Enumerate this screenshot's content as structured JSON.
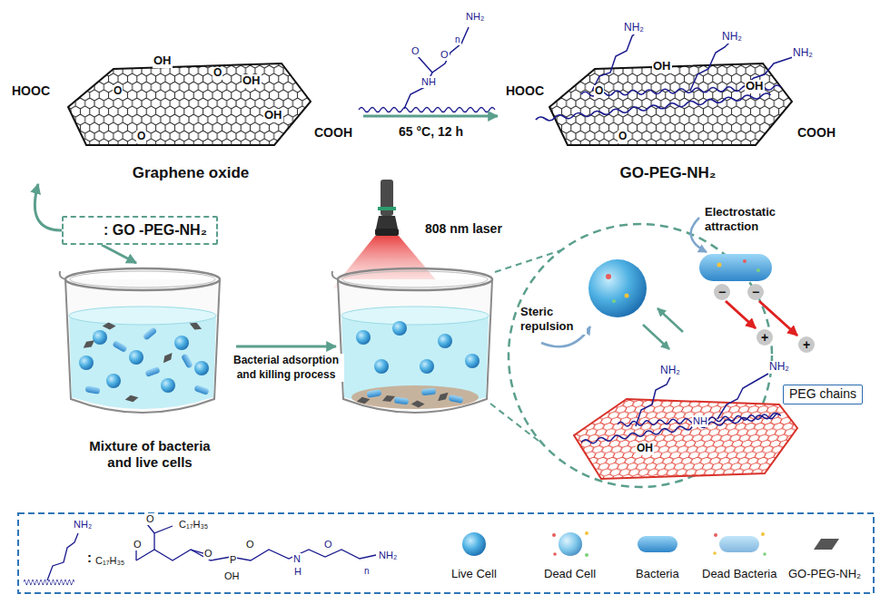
{
  "diagram": {
    "nodes": [
      {
        "text": [
          "Graphene oxide"
        ]
      },
      {
        "text": [
          "GO-PEG-NH₂"
        ]
      },
      {
        "text": [
          ": GO -PEG-NH₂"
        ]
      },
      {
        "text": [
          "Mixture of bacteria and live cells"
        ]
      },
      {
        "text": [
          "808 nm laser"
        ]
      },
      {
        "text": [
          "PEG chains"
        ]
      }
    ],
    "edges": [
      {
        "from": 0,
        "to": 1,
        "label": "65 °C, 12 h",
        "arrow": "to"
      },
      {
        "from": 2,
        "to": 0,
        "arrow": "to"
      },
      {
        "from": 2,
        "to": 3,
        "arrow": "to"
      },
      {
        "from": 3,
        "to": 4,
        "label": "Bacterial adsorption and killing process",
        "arrow": "to"
      }
    ],
    "labels": [
      "HOOC",
      "OH",
      "OH",
      "OH",
      "O",
      "O",
      "O",
      "COOH",
      "O",
      "NH",
      "O",
      "n",
      "NH₂",
      "HOOC",
      "OH",
      "OH",
      "O",
      "O",
      "COOH",
      "NH₂",
      "NH₂",
      "NH₂",
      "Steric repulsion",
      "Electrostatic attraction",
      "−",
      "−",
      "+",
      "+",
      "NH₂",
      "NH₂",
      "OH",
      "NH",
      "NH₂",
      ":",
      "O",
      "C₁₇H₃₅",
      "C₁₇H₃₅",
      "O",
      "O",
      "P",
      "OH",
      "O",
      "N",
      "H",
      "O",
      "n",
      "NH₂"
    ],
    "legend": [
      {
        "text": "Live Cell"
      },
      {
        "text": "Dead Cell"
      },
      {
        "text": "Bacteria"
      },
      {
        "text": "Dead Bacteria"
      },
      {
        "text": "GO-PEG-NH₂"
      }
    ]
  }
}
